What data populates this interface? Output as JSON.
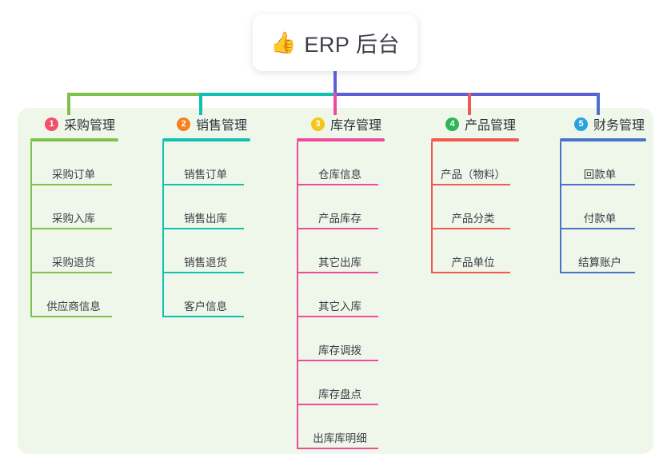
{
  "diagram": {
    "type": "mind-map",
    "root": {
      "icon": "thumbs-up-icon",
      "emoji": "👍",
      "title": "ERP 后台"
    },
    "palette": {
      "panel_background": "#eef7ea",
      "page_background": "#ffffff",
      "root_card_background": "#ffffff",
      "root_title_color": "#3b3f48",
      "trunk_color": "#5d5fd6"
    },
    "branches": [
      {
        "number": "1",
        "label": "采购管理",
        "badge_color": "#f2506a",
        "line_color": "#7fc24b",
        "items": [
          "采购订单",
          "采购入库",
          "采购退货",
          "供应商信息"
        ]
      },
      {
        "number": "2",
        "label": "销售管理",
        "badge_color": "#f58220",
        "line_color": "#10c0b0",
        "items": [
          "销售订单",
          "销售出库",
          "销售退货",
          "客户信息"
        ]
      },
      {
        "number": "3",
        "label": "库存管理",
        "badge_color": "#f5c518",
        "line_color": "#ef4a9b",
        "items": [
          "仓库信息",
          "产品库存",
          "其它出库",
          "其它入库",
          "库存调拨",
          "库存盘点",
          "出库库明细"
        ]
      },
      {
        "number": "4",
        "label": "产品管理",
        "badge_color": "#2fb457",
        "line_color": "#f4584e",
        "items": [
          "产品（物料）",
          "产品分类",
          "产品单位"
        ]
      },
      {
        "number": "5",
        "label": "财务管理",
        "badge_color": "#29a3e0",
        "line_color": "#4a72c8",
        "items": [
          "回款单",
          "付款单",
          "结算账户"
        ]
      }
    ]
  }
}
